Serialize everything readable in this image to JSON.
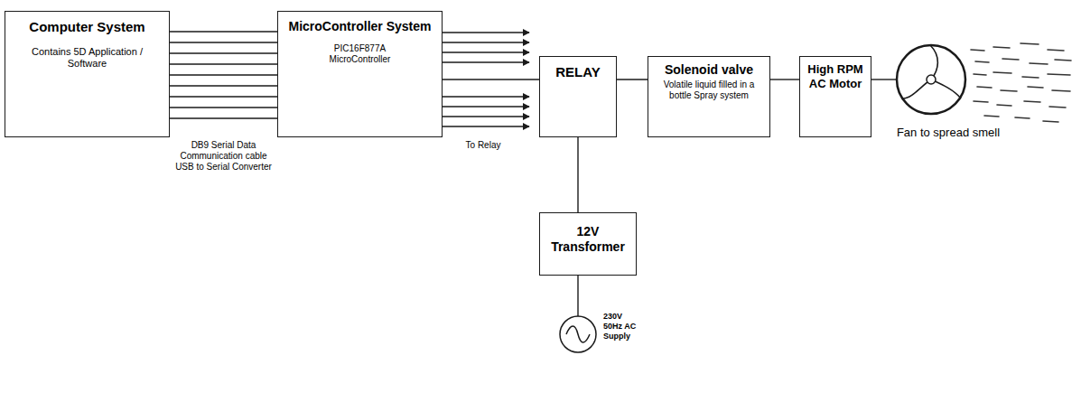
{
  "diagram": {
    "nodes": [
      {
        "text": [
          "Computer System",
          "Contains 5D Application / Software"
        ]
      },
      {
        "text": [
          "MicroController System",
          "PIC16F877A MicroController"
        ]
      },
      {
        "text": [
          "RELAY"
        ]
      },
      {
        "text": [
          "Solenoid valve",
          "Volatile liquid filled in a bottle Spray system"
        ]
      },
      {
        "text": [
          "High RPM AC Motor"
        ]
      },
      {
        "text": [
          "Fan to spread smell"
        ]
      },
      {
        "text": [
          "12V Transformer"
        ]
      },
      {
        "text": [
          "230V 50Hz AC Supply"
        ]
      }
    ],
    "edges": [
      {
        "from": 0,
        "to": 1,
        "arrow": "none",
        "label": "DB9 Serial Data Communication cable USB to Serial Converter"
      },
      {
        "from": 1,
        "to": 2,
        "arrow": "none"
      },
      {
        "from": 2,
        "to": 3,
        "arrow": "none"
      },
      {
        "from": 3,
        "to": 4,
        "arrow": "none"
      },
      {
        "from": 4,
        "to": 5,
        "arrow": "none"
      },
      {
        "from": 2,
        "to": 6,
        "arrow": "none"
      },
      {
        "from": 6,
        "to": 7,
        "arrow": "none"
      }
    ],
    "labels": [
      "To Relay"
    ]
  }
}
